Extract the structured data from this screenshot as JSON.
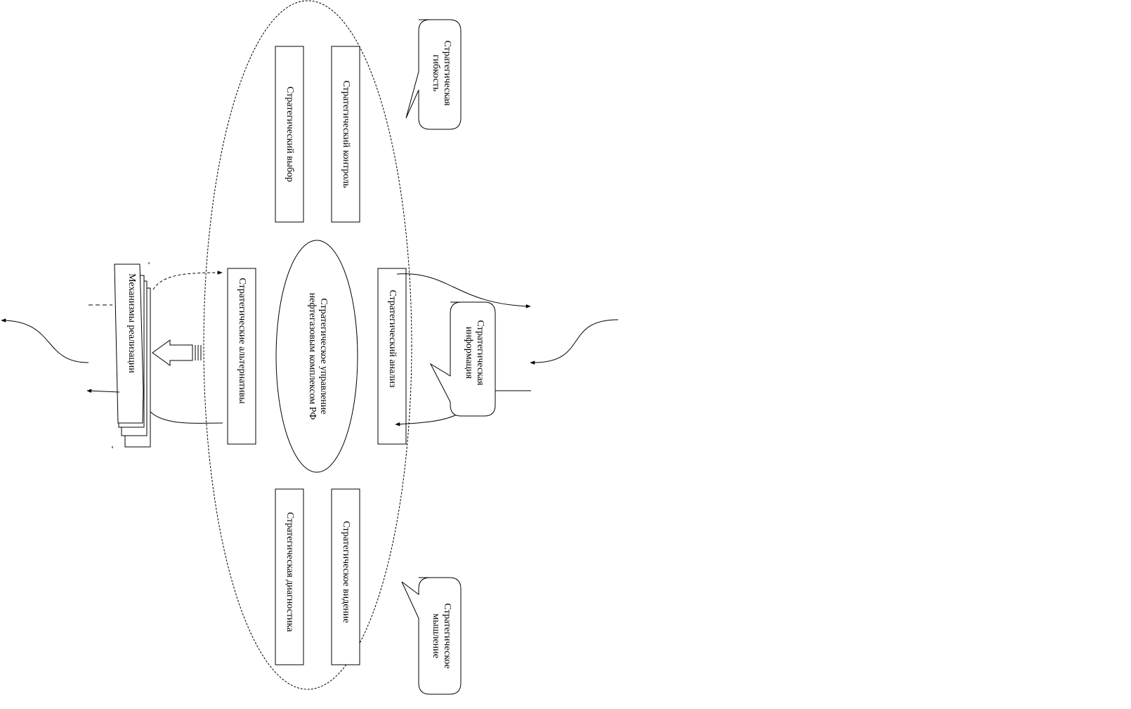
{
  "diagram": {
    "center": {
      "line1": "Стратегическое управление",
      "line2": "нефтегазовым комплексом РФ"
    },
    "boxes": {
      "control": "Стратегический контроль",
      "choice": "Стратегический выбор",
      "alternatives": "Стратегические альтернативы",
      "analysis": "Стратегический анализ",
      "vision": "Стратегическое видение",
      "diagnostics": "Стратегическая диагностика",
      "mechanisms": "Механизмы реализации"
    },
    "callouts": {
      "flexibility": {
        "line1": "Стратегическая",
        "line2": "гибкость"
      },
      "information": {
        "line1": "Стратегическая",
        "line2": "информация"
      },
      "thinking": {
        "line1": "Стратегическое",
        "line2": "мышление"
      }
    }
  }
}
